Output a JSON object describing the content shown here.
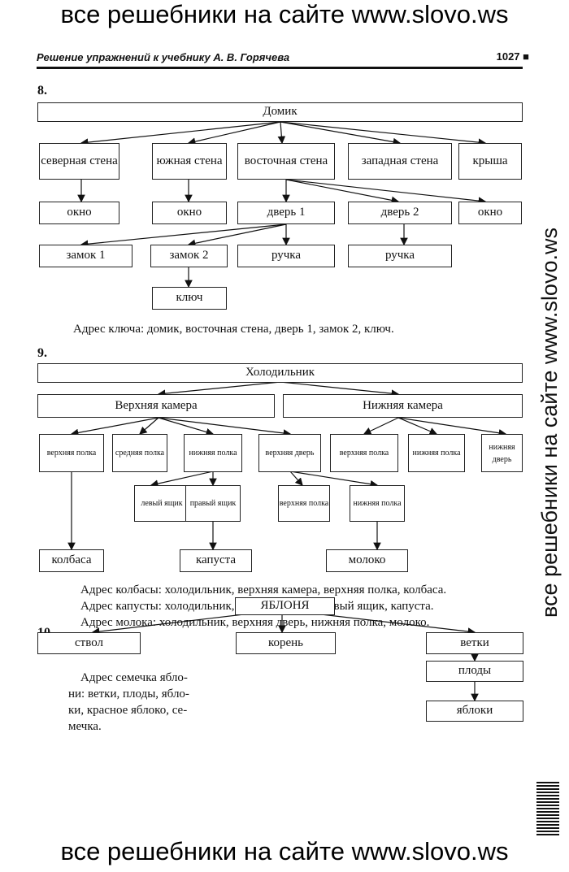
{
  "banner": {
    "top": "все решебники на сайте www.slovo.ws",
    "bottom": "все решебники на сайте www.slovo.ws",
    "side": "все решебники на сайте www.slovo.ws"
  },
  "header": {
    "title": "Решение упражнений к учебнику А. В. Горячева",
    "page": "1027"
  },
  "ex8": {
    "num": "8.",
    "root": "Домик",
    "walls": [
      "северная стена",
      "южная стена",
      "восточная стена",
      "западная стена",
      "крыша"
    ],
    "openings": [
      "окно",
      "окно",
      "дверь 1",
      "дверь 2",
      "окно"
    ],
    "level3": [
      "замок 1",
      "замок 2",
      "ручка",
      "ручка"
    ],
    "key": "ключ",
    "answer": "Адрес ключа: домик, восточная стена, дверь 1, замок 2, ключ."
  },
  "ex9": {
    "num": "9.",
    "root": "Холодильник",
    "upper": "Верхняя камера",
    "lower": "Нижняя камера",
    "shelves": [
      "верхняя полка",
      "средняя полка",
      "нижняя полка",
      "верхняя дверь",
      "верхняя полка",
      "нижняя полка",
      "нижняя дверь"
    ],
    "sub": [
      "левый ящик",
      "правый ящик",
      "верхняя полка",
      "нижняя полка"
    ],
    "items": [
      "колбаса",
      "капуста",
      "молоко"
    ],
    "answers": [
      "Адрес колбасы: холодильник, верхняя камера, верхняя полка, колбаса.",
      "Адрес капусты: холодильник, нижняя полка, правый ящик, капуста.",
      "Адрес молока: холодильник, верхняя дверь, нижняя полка, молоко."
    ]
  },
  "ex10": {
    "num": "10.",
    "root": "ЯБЛОНЯ",
    "children": [
      "ствол",
      "корень",
      "ветки"
    ],
    "chain": [
      "плоды",
      "яблоки"
    ],
    "answer": [
      "Адрес семечка ябло-",
      "ни: ветки, плоды, ябло-",
      "ки, красное яблоко, се-",
      "мечка."
    ]
  }
}
